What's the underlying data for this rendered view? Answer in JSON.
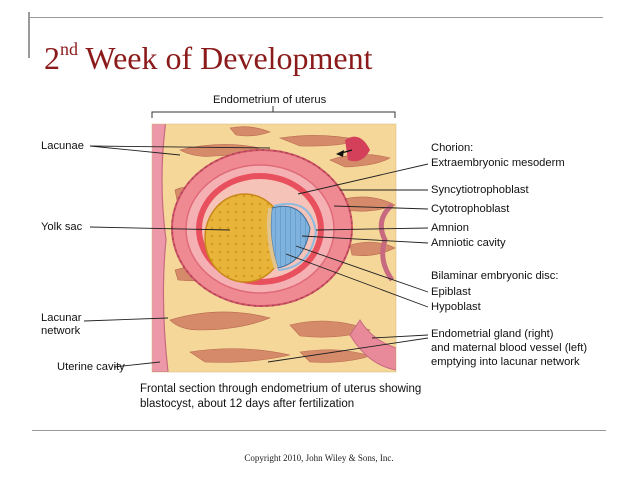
{
  "title": {
    "base": "2",
    "sup": "nd",
    "rest": " Week of Development"
  },
  "figure": {
    "top_label": "Endometrium of uterus",
    "left_labels": {
      "lacunae": "Lacunae",
      "yolk_sac": "Yolk sac",
      "lacunar_network_1": "Lacunar",
      "lacunar_network_2": "network",
      "uterine_cavity": "Uterine cavity"
    },
    "right_labels": {
      "chorion": "Chorion:",
      "extraembryonic_mesoderm": "Extraembryonic mesoderm",
      "syncytiotrophoblast": "Syncytiotrophoblast",
      "cytotrophoblast": "Cytotrophoblast",
      "amnion": "Amnion",
      "amniotic_cavity": "Amniotic cavity",
      "bilaminar_disc": "Bilaminar embryonic disc:",
      "epiblast": "Epiblast",
      "hypoblast": "Hypoblast",
      "gland_line1": "Endometrial gland (right)",
      "gland_line2": "and maternal blood vessel (left)",
      "gland_line3": "emptying into lacunar network"
    },
    "caption_line1": "Frontal section through endometrium of uterus showing",
    "caption_line2": "blastocyst, about 12 days after fertilization",
    "colors": {
      "endometrium": "#f5d79a",
      "lacunae": "#d58a6a",
      "syncytiotrophoblast": "#e06b78",
      "cytotrophoblast": "#f2a0a8",
      "yolk_sac": "#e8b43a",
      "epiblast": "#6fa8d8",
      "title": "#8b1a1a"
    }
  },
  "copyright": "Copyright 2010, John Wiley & Sons, Inc."
}
